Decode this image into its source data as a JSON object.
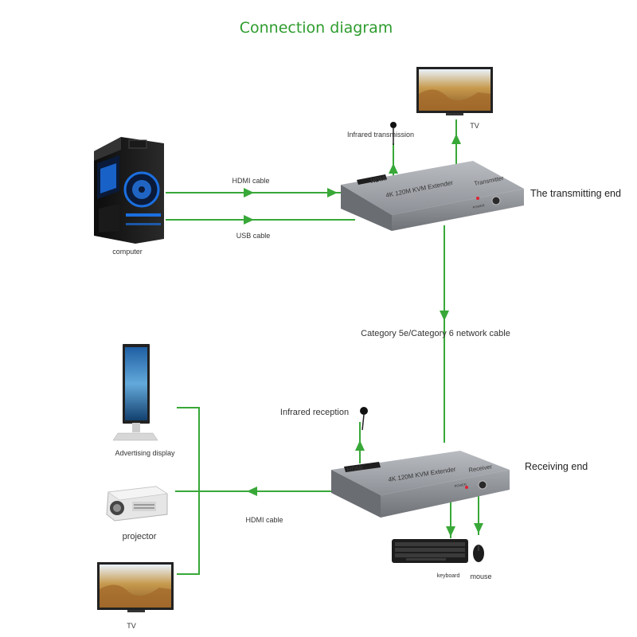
{
  "title": "Connection diagram",
  "devices": {
    "transmitter": {
      "brand": "HDMI",
      "model": "4K 120M KVM Extender",
      "role": "Transmitter",
      "power_label": "POWER",
      "end_label": "The transmitting end"
    },
    "receiver": {
      "brand": "HDMI",
      "model": "4K 120M KVM Extender",
      "role": "Receiver",
      "power_label": "POWER",
      "end_label": "Receiving end"
    }
  },
  "labels": {
    "computer": "computer",
    "hdmi_cable_top": "HDMI cable",
    "usb_cable": "USB cable",
    "infrared_transmission": "Infrared transmission",
    "tv_top": "TV",
    "network_cable": "Category 5e/Category 6 network cable",
    "infrared_reception": "Infrared reception",
    "advertising_display": "Advertising display",
    "projector": "projector",
    "hdmi_cable_bottom": "HDMI cable",
    "tv_bottom": "TV",
    "keyboard": "keyboard",
    "mouse": "mouse"
  },
  "colors": {
    "title": "#2e9c2e",
    "wire": "#38a838",
    "device_body": "#8f9297"
  }
}
